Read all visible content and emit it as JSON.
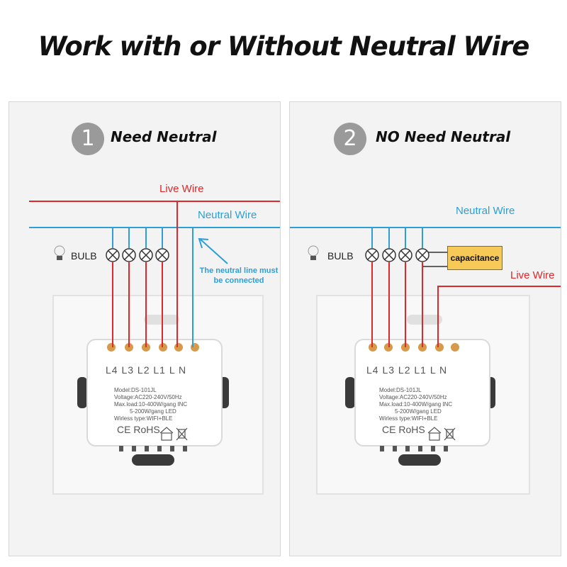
{
  "title": "Work with or Without Neutral Wire",
  "colors": {
    "live": "#e0272b",
    "neutral": "#2b9fd6",
    "badge": "#9a9a9a",
    "capacitance": "#f7c957"
  },
  "panels": [
    {
      "step": "1",
      "heading": "Need Neutral",
      "live_wire": "Live Wire",
      "neutral_wire": "Neutral Wire",
      "bulb": "BULB",
      "note": "The neutral line must be connected",
      "terminals": "L4 L3 L2 L1  L  N",
      "specs": [
        "Model:DS-101JL",
        "Voltage:AC220-240V/50Hz",
        "Max.load:10-400W/gang  INC",
        "5-200W/gang  LED",
        "Wirless type:WIFI+BLE"
      ],
      "cert": "CE RoHS",
      "icons": [
        "bulb-icon",
        "lamp-x-icon",
        "arrow-icon",
        "house-icon",
        "weee-bin-icon"
      ]
    },
    {
      "step": "2",
      "heading": "NO Need Neutral",
      "live_wire": "Live Wire",
      "neutral_wire": "Neutral Wire",
      "bulb": "BULB",
      "capacitance": "capacitance",
      "terminals": "L4 L3 L2 L1  L  N",
      "specs": [
        "Model:DS-101JL",
        "Voltage:AC220-240V/50Hz",
        "Max.load:10-400W/gang  INC",
        "5-200W/gang  LED",
        "Wirless type:WIFI+BLE"
      ],
      "cert": "CE RoHS",
      "icons": [
        "bulb-icon",
        "lamp-x-icon",
        "house-icon",
        "weee-bin-icon"
      ]
    }
  ]
}
